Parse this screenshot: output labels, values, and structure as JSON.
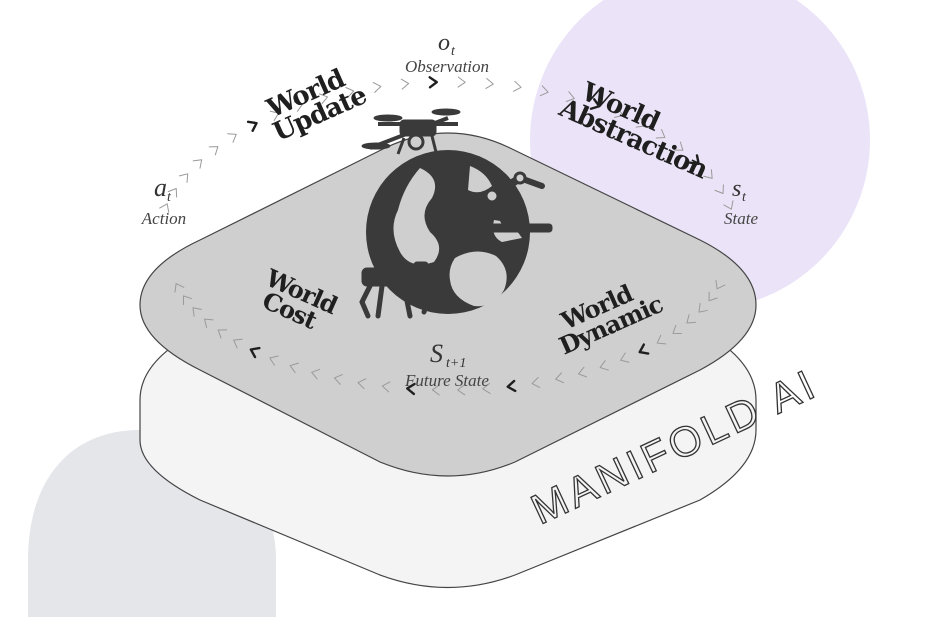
{
  "brand": "MANIFOLD AI",
  "titles": {
    "world_update": [
      "World",
      "Update"
    ],
    "world_abstraction": [
      "World",
      "Abstraction"
    ],
    "world_cost": [
      "World",
      "Cost"
    ],
    "world_dynamic": [
      "World",
      "Dynamic"
    ]
  },
  "nodes": {
    "observation": {
      "symbol": "o",
      "subscript": "t",
      "label": "Observation"
    },
    "action": {
      "symbol": "a",
      "subscript": "t",
      "label": "Action"
    },
    "state": {
      "symbol": "s",
      "subscript": "t",
      "label": "State"
    },
    "future_state": {
      "symbol": "S",
      "subscript": "t+1",
      "label": "Future State"
    }
  },
  "colors": {
    "top_layer": "#cfcfcf",
    "bottom_layer": "#f4f4f4",
    "lavender_blob": "#ebe3f7",
    "gray_blob": "#e4e6ea",
    "icons": "#3a3a3a"
  },
  "icons": [
    "globe-icon",
    "drone-icon",
    "robot-arm-icon",
    "robot-dog-icon"
  ]
}
